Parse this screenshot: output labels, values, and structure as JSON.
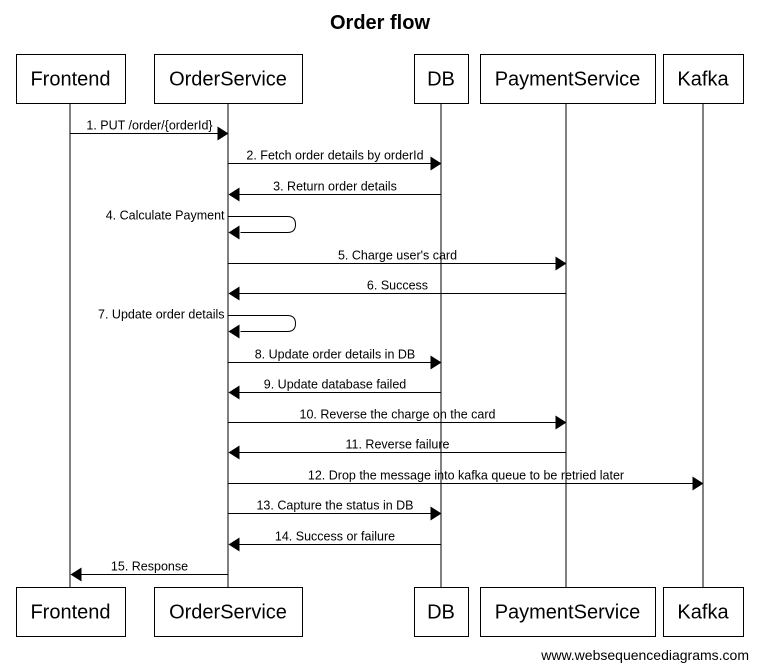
{
  "title": "Order flow",
  "footer": "www.websequencediagrams.com",
  "participants": [
    "Frontend",
    "OrderService",
    "DB",
    "PaymentService",
    "Kafka"
  ],
  "messages": [
    {
      "from": 0,
      "to": 1,
      "label": "1. PUT /order/{orderId}"
    },
    {
      "from": 1,
      "to": 2,
      "label": "2. Fetch order details by orderId"
    },
    {
      "from": 2,
      "to": 1,
      "label": "3. Return order details"
    },
    {
      "from": 1,
      "to": 1,
      "label": "4. Calculate Payment"
    },
    {
      "from": 1,
      "to": 3,
      "label": "5. Charge user's card"
    },
    {
      "from": 3,
      "to": 1,
      "label": "6. Success"
    },
    {
      "from": 1,
      "to": 1,
      "label": "7. Update order details"
    },
    {
      "from": 1,
      "to": 2,
      "label": "8. Update order details in DB"
    },
    {
      "from": 2,
      "to": 1,
      "label": "9. Update database failed"
    },
    {
      "from": 1,
      "to": 3,
      "label": "10. Reverse the charge on the card"
    },
    {
      "from": 3,
      "to": 1,
      "label": "11. Reverse failure"
    },
    {
      "from": 1,
      "to": 4,
      "label": "12. Drop the message into kafka queue to be retried later"
    },
    {
      "from": 1,
      "to": 2,
      "label": "13. Capture the status in DB"
    },
    {
      "from": 2,
      "to": 1,
      "label": "14. Success or failure"
    },
    {
      "from": 1,
      "to": 0,
      "label": "15. Response"
    }
  ]
}
